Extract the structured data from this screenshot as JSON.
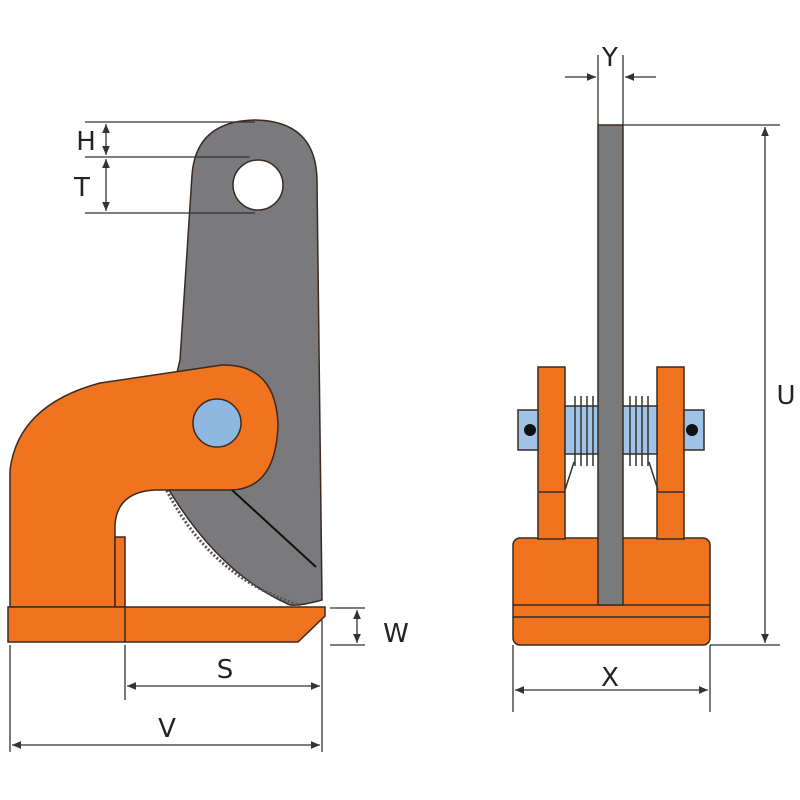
{
  "labels": {
    "H": "H",
    "T": "T",
    "W": "W",
    "S": "S",
    "V": "V",
    "Y": "Y",
    "U": "U",
    "X": "X"
  },
  "colors": {
    "orange": "#f07320",
    "gray": "#7a7a7c",
    "pin": "#8fb8e0",
    "outline": "#3a2a20"
  }
}
